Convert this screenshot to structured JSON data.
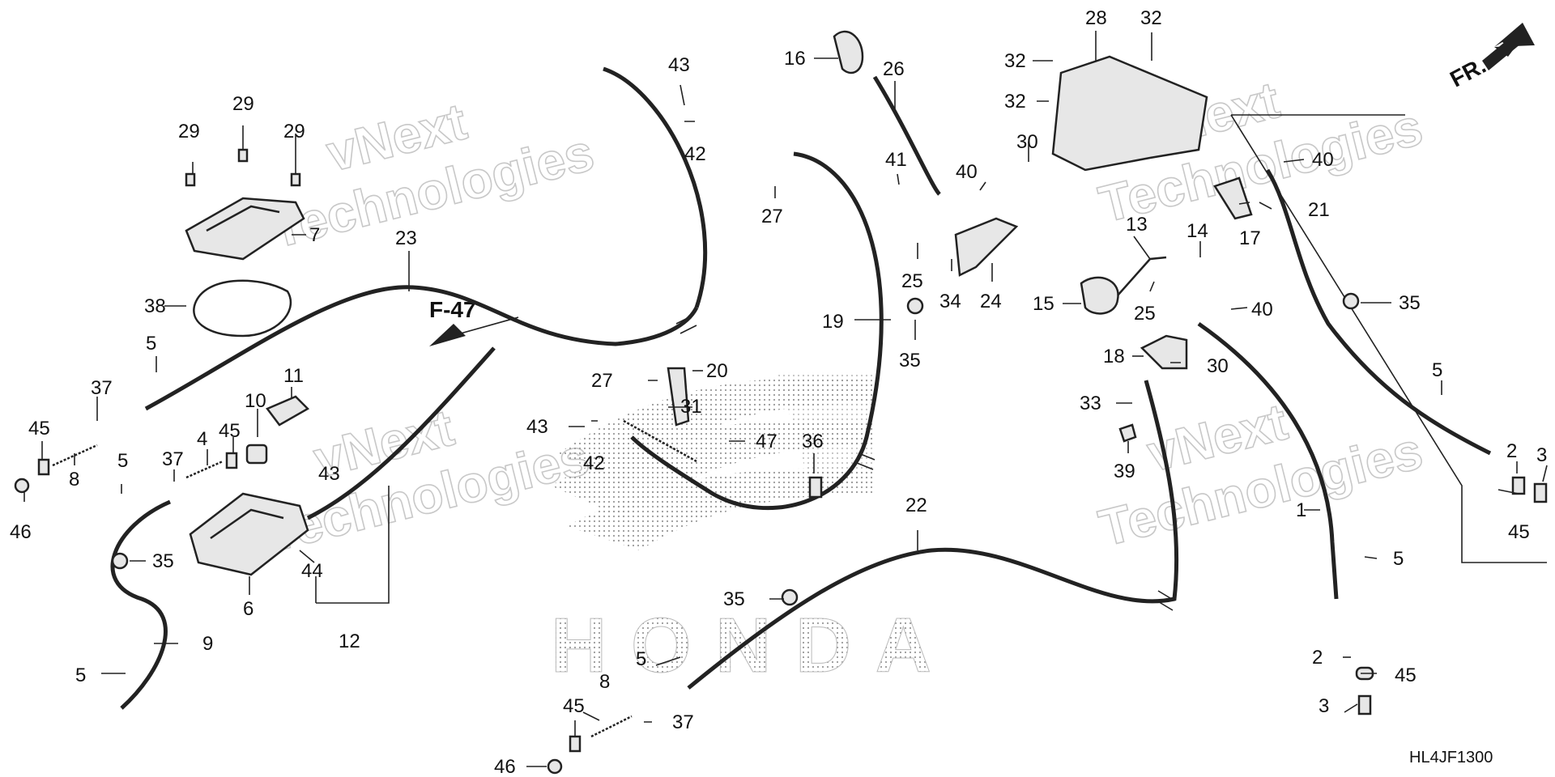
{
  "diagram": {
    "ref_section": "F-47",
    "front_marker": "FR.",
    "code": "HL4JF1300",
    "watermark_line1": "vNext",
    "watermark_line2": "Technologies",
    "logo_text": "HONDA"
  },
  "callouts": {
    "c1": "1",
    "c2a": "2",
    "c2b": "2",
    "c3a": "3",
    "c3b": "3",
    "c4": "4",
    "c5a": "5",
    "c5b": "5",
    "c5c": "5",
    "c5d": "5",
    "c5e": "5",
    "c5f": "5",
    "c6": "6",
    "c7": "7",
    "c8a": "8",
    "c8b": "8",
    "c9": "9",
    "c10": "10",
    "c11": "11",
    "c12": "12",
    "c13": "13",
    "c14": "14",
    "c15": "15",
    "c16": "16",
    "c17": "17",
    "c18": "18",
    "c19": "19",
    "c20": "20",
    "c21": "21",
    "c22": "22",
    "c23": "23",
    "c24": "24",
    "c25a": "25",
    "c25b": "25",
    "c26": "26",
    "c27a": "27",
    "c27b": "27",
    "c28": "28",
    "c29a": "29",
    "c29b": "29",
    "c29c": "29",
    "c30a": "30",
    "c30b": "30",
    "c31": "31",
    "c32a": "32",
    "c32b": "32",
    "c32c": "32",
    "c33": "33",
    "c34": "34",
    "c35a": "35",
    "c35b": "35",
    "c35c": "35",
    "c35d": "35",
    "c36": "36",
    "c37a": "37",
    "c37b": "37",
    "c37c": "37",
    "c38": "38",
    "c39": "39",
    "c40a": "40",
    "c40b": "40",
    "c40c": "40",
    "c41": "41",
    "c42a": "42",
    "c42b": "42",
    "c43a": "43",
    "c43b": "43",
    "c43c": "43",
    "c44": "44",
    "c45a": "45",
    "c45b": "45",
    "c45c": "45",
    "c45d": "45",
    "c45e": "45",
    "c46a": "46",
    "c46b": "46",
    "c47": "47"
  }
}
